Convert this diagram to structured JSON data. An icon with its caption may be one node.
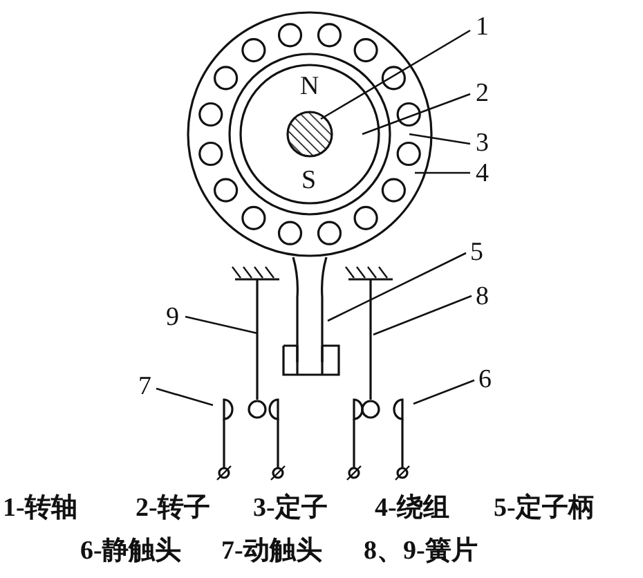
{
  "diagram": {
    "nodes": [
      {
        "text": [
          "1"
        ]
      },
      {
        "text": [
          "2"
        ]
      },
      {
        "text": [
          "3"
        ]
      },
      {
        "text": [
          "4"
        ]
      },
      {
        "text": [
          "5"
        ]
      },
      {
        "text": [
          "8"
        ]
      },
      {
        "text": [
          "9"
        ]
      },
      {
        "text": [
          "7"
        ]
      },
      {
        "text": [
          "6"
        ]
      }
    ],
    "edges": [
      {
        "from": 0,
        "to": null,
        "arrow": "none"
      },
      {
        "from": 1,
        "to": null,
        "arrow": "none"
      },
      {
        "from": 2,
        "to": null,
        "arrow": "none"
      },
      {
        "from": 3,
        "to": null,
        "arrow": "none"
      },
      {
        "from": 4,
        "to": null,
        "arrow": "none"
      },
      {
        "from": 5,
        "to": null,
        "arrow": "none"
      },
      {
        "from": 6,
        "to": null,
        "arrow": "none"
      },
      {
        "from": 7,
        "to": null,
        "arrow": "none"
      },
      {
        "from": 8,
        "to": null,
        "arrow": "none"
      }
    ],
    "labels": [
      "N",
      "S",
      "1-转轴",
      "2-转子",
      "3-定子",
      "4-绕组",
      "5-定子柄",
      "6-静触头",
      "7-动触头",
      "8、9-簧片"
    ]
  }
}
